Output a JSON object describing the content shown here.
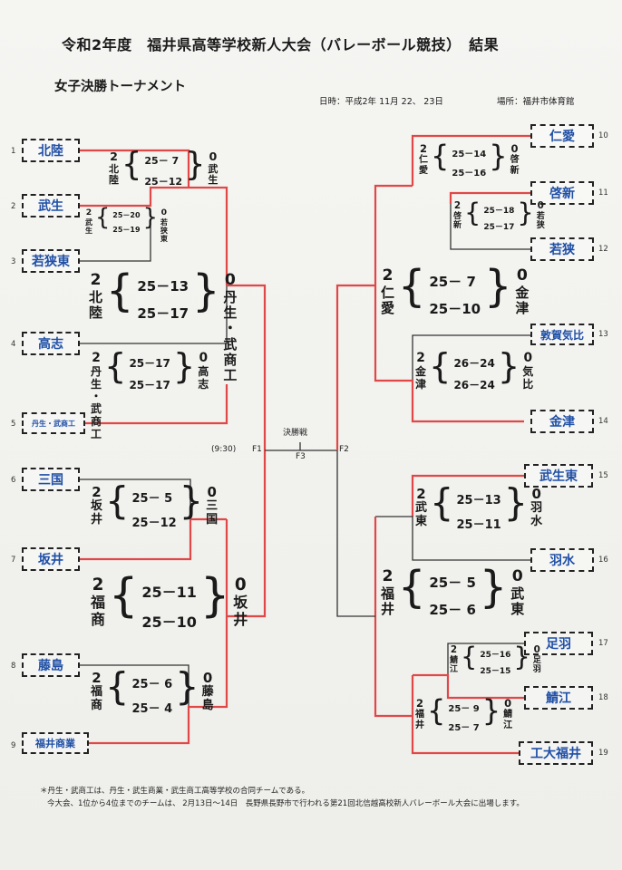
{
  "header": {
    "title": "令和2年度　福井県高等学校新人大会（バレーボール競技）　結果",
    "subtitle": "女子決勝トーナメント",
    "date": "日時：平成2年 11月 22、 23日",
    "place": "場所：福井市体育館"
  },
  "center": {
    "final": "決勝戦",
    "f1": "F1",
    "f2": "F2",
    "f3": "F3",
    "time": "(9:30)"
  },
  "teams": [
    {
      "num": "1",
      "name": "北陸"
    },
    {
      "num": "2",
      "name": "武生"
    },
    {
      "num": "3",
      "name": "若狭東"
    },
    {
      "num": "4",
      "name": "高志"
    },
    {
      "num": "5",
      "name": "丹生・武商工"
    },
    {
      "num": "6",
      "name": "三国"
    },
    {
      "num": "7",
      "name": "坂井"
    },
    {
      "num": "8",
      "name": "藤島"
    },
    {
      "num": "9",
      "name": "福井商業"
    },
    {
      "num": "10",
      "name": "仁愛"
    },
    {
      "num": "11",
      "name": "啓新"
    },
    {
      "num": "12",
      "name": "若狭"
    },
    {
      "num": "13",
      "name": "敦賀気比"
    },
    {
      "num": "14",
      "name": "金津"
    },
    {
      "num": "15",
      "name": "武生東"
    },
    {
      "num": "16",
      "name": "羽水"
    },
    {
      "num": "17",
      "name": "足羽"
    },
    {
      "num": "18",
      "name": "鯖江"
    },
    {
      "num": "19",
      "name": "工大福井"
    }
  ],
  "matches": [
    {
      "ws": "2",
      "winner": "北陸",
      "s1": "25－ 7",
      "s2": "25－12",
      "ls": "0",
      "loser": "武生"
    },
    {
      "ws": "2",
      "winner": "武生",
      "s1": "25－20",
      "s2": "25－19",
      "ls": "0",
      "loser": "若狭東"
    },
    {
      "ws": "2",
      "winner": "北陸",
      "s1": "25－13",
      "s2": "25－17",
      "ls": "0",
      "loser": "丹生・武商工"
    },
    {
      "ws": "2",
      "winner": "丹生・武商工",
      "s1": "25－17",
      "s2": "25－17",
      "ls": "0",
      "loser": "高志"
    },
    {
      "ws": "2",
      "winner": "坂井",
      "s1": "25－ 5",
      "s2": "25－12",
      "ls": "0",
      "loser": "三国"
    },
    {
      "ws": "2",
      "winner": "福商",
      "s1": "25－11",
      "s2": "25－10",
      "ls": "0",
      "loser": "坂井"
    },
    {
      "ws": "2",
      "winner": "福商",
      "s1": "25－ 6",
      "s2": "25－ 4",
      "ls": "0",
      "loser": "藤島"
    },
    {
      "ws": "2",
      "winner": "仁愛",
      "s1": "25－14",
      "s2": "25－16",
      "ls": "0",
      "loser": "啓新"
    },
    {
      "ws": "2",
      "winner": "啓新",
      "s1": "25－18",
      "s2": "25－17",
      "ls": "0",
      "loser": "若狭"
    },
    {
      "ws": "2",
      "winner": "仁愛",
      "s1": "25－ 7",
      "s2": "25－10",
      "ls": "0",
      "loser": "金津"
    },
    {
      "ws": "2",
      "winner": "金津",
      "s1": "26－24",
      "s2": "26－24",
      "ls": "0",
      "loser": "気比"
    },
    {
      "ws": "2",
      "winner": "武東",
      "s1": "25－13",
      "s2": "25－11",
      "ls": "0",
      "loser": "羽水"
    },
    {
      "ws": "2",
      "winner": "福井",
      "s1": "25－ 5",
      "s2": "25－ 6",
      "ls": "0",
      "loser": "武東"
    },
    {
      "ws": "2",
      "winner": "鯖江",
      "s1": "25－16",
      "s2": "25－15",
      "ls": "0",
      "loser": "足羽"
    },
    {
      "ws": "2",
      "winner": "福井",
      "s1": "25－ 9",
      "s2": "25－ 7",
      "ls": "0",
      "loser": "鯖江"
    }
  ],
  "notes": {
    "line1": "＊丹生・武商工は、丹生・武生商業・武生商工高等学校の合同チームである。",
    "line2": "今大会、1位から4位までのチームは、 2月13日～14日　長野県長野市で行われる第21回北信越高校新人バレーボール大会に出場します。"
  },
  "colors": {
    "win_line": "#e04848",
    "line": "#333333",
    "team_text": "#1f4fa6"
  }
}
